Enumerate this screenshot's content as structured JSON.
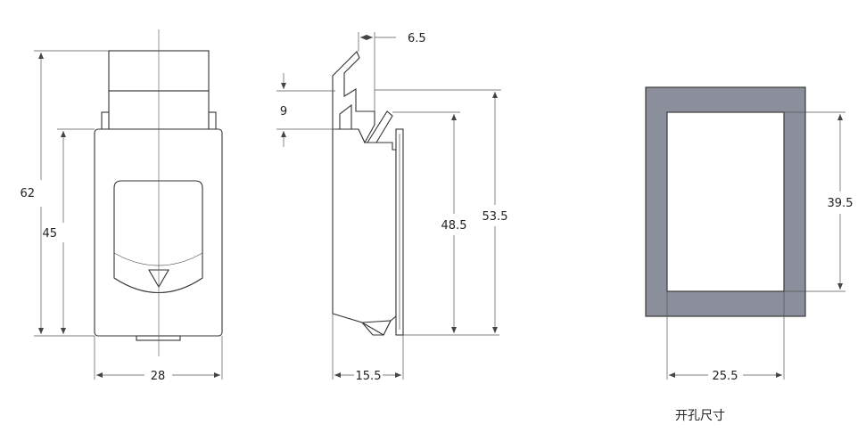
{
  "front_view": {
    "dim_height_total": "62",
    "dim_height_body": "45",
    "dim_width": "28"
  },
  "side_view": {
    "dim_top_offset": "6.5",
    "dim_clip": "9",
    "dim_inner_height": "48.5",
    "dim_outer_height": "53.5",
    "dim_depth": "15.5"
  },
  "cutout": {
    "dim_height": "39.5",
    "dim_width": "25.5",
    "caption": "开孔尺寸",
    "colors": {
      "frame": "#8a8f9b",
      "frame_stroke": "#3a3a3a"
    }
  }
}
